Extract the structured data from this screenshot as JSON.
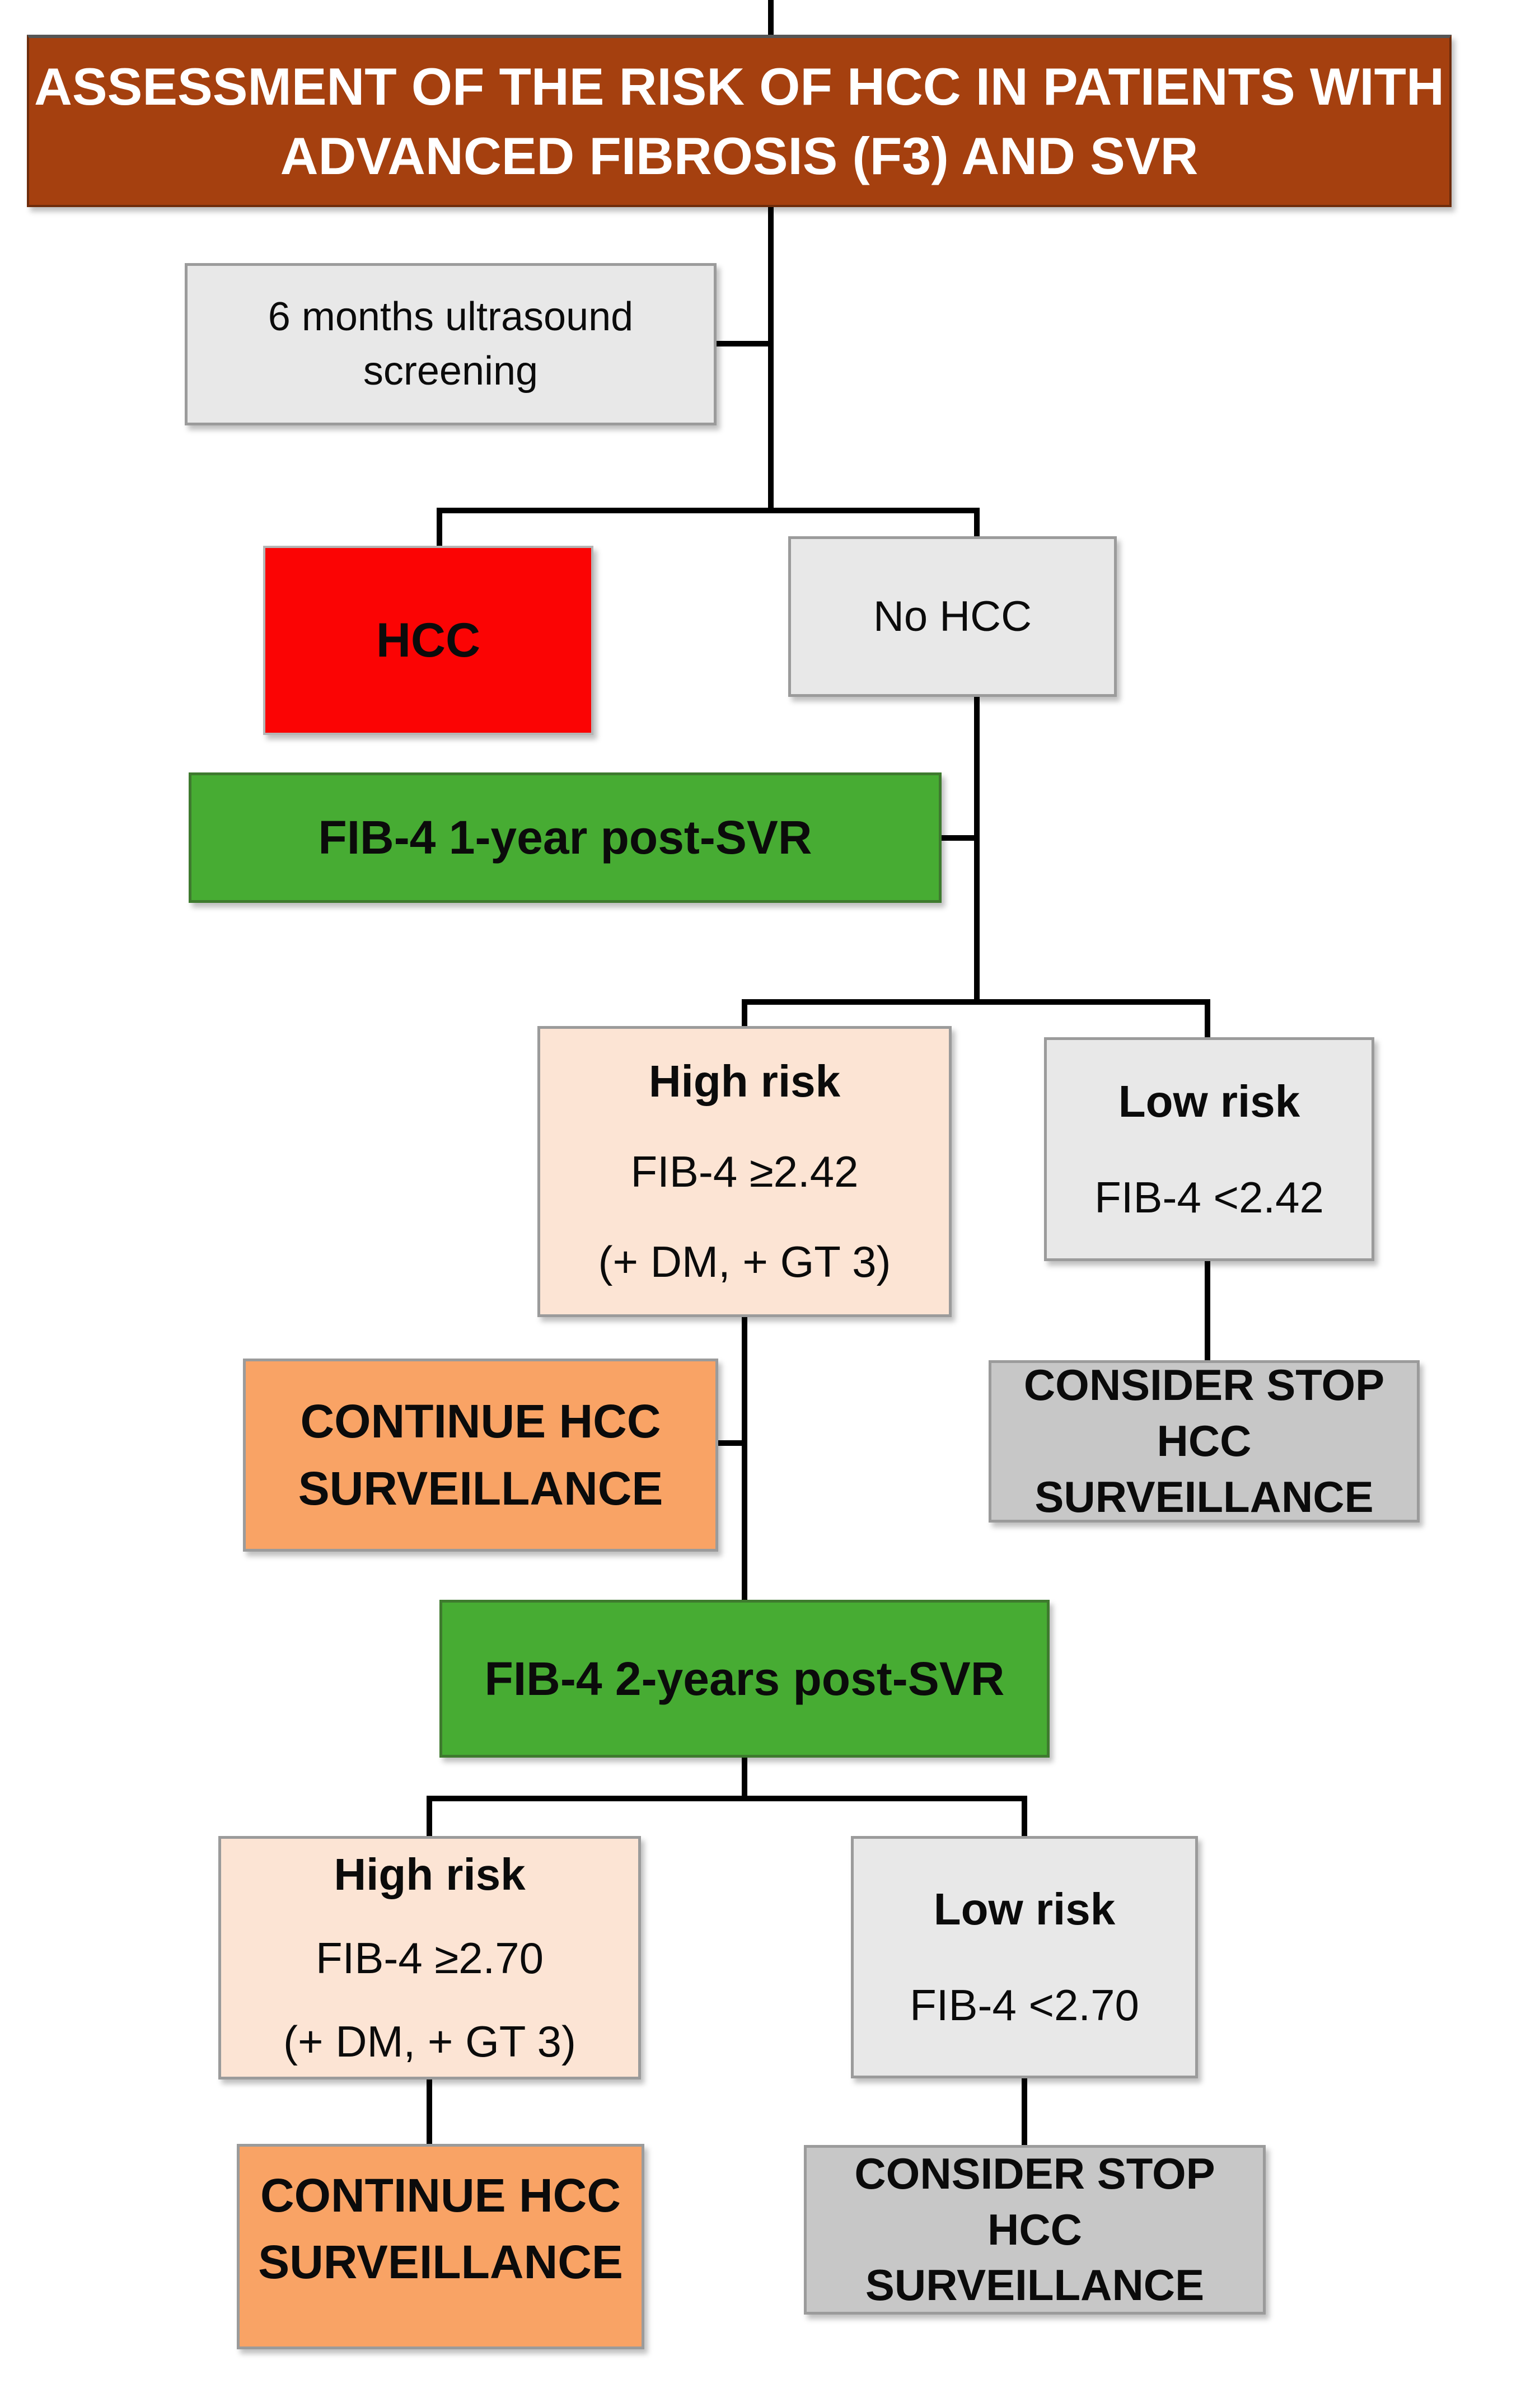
{
  "figure": {
    "title_lines": [
      "ASSESSMENT OF THE RISK OF HCC IN PATIENTS WITH",
      "ADVANCED FIBROSIS (F3) AND SVR"
    ]
  },
  "colors": {
    "title_brown": "#A5400F",
    "light_gray": "#E8E8E8",
    "red": "#FB0404",
    "green": "#47AC33",
    "peach": "#FCE4D4",
    "orange": "#F9A365",
    "mid_gray": "#C7C7C7",
    "connector_black": "#000000",
    "title_text_white": "#FFFFFF"
  },
  "nodes": {
    "screening": {
      "lines": [
        "6 months ultrasound",
        "screening"
      ]
    },
    "hcc": {
      "label": "HCC"
    },
    "no_hcc": {
      "label": "No HCC"
    },
    "fib4_1yr": {
      "label": "FIB-4  1-year post-SVR"
    },
    "high_risk_1": {
      "title": "High risk",
      "lines": [
        "FIB-4 ≥2.42",
        "(+ DM, + GT 3)"
      ]
    },
    "low_risk_1": {
      "title": "Low risk",
      "lines": [
        "FIB-4 <2.42"
      ]
    },
    "continue_1": {
      "lines": [
        "CONTINUE HCC",
        "SURVEILLANCE"
      ]
    },
    "consider_stop_1": {
      "lines": [
        "CONSIDER STOP",
        "HCC",
        "SURVEILLANCE"
      ]
    },
    "fib4_2yr": {
      "label": "FIB-4 2-years post-SVR"
    },
    "high_risk_2": {
      "title": "High risk",
      "lines": [
        "FIB-4 ≥2.70",
        "(+ DM, + GT 3)"
      ]
    },
    "low_risk_2": {
      "title": "Low risk",
      "lines": [
        "FIB-4 <2.70"
      ]
    },
    "continue_2": {
      "lines": [
        "CONTINUE HCC",
        "SURVEILLANCE"
      ]
    },
    "consider_stop_2": {
      "lines": [
        "CONSIDER STOP",
        "HCC",
        "SURVEILLANCE"
      ]
    }
  }
}
